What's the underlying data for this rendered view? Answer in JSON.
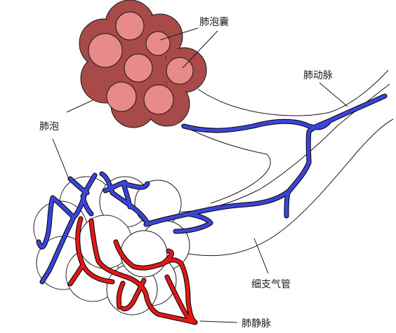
{
  "labels": {
    "alveolar_sac": "肺泡囊",
    "pulmonary_artery": "肺动脉",
    "alveolus": "肺泡",
    "bronchiole": "细支气管",
    "pulmonary_vein": "肺静脉"
  },
  "colors": {
    "background": "#ffffff",
    "outline": "#1a1a1a",
    "sac_outer": "#a84a4a",
    "sac_alveolus": "#e88a88",
    "alveolus_fill": "#ffffff",
    "artery_blue": "#3a45d8",
    "vein_red": "#e01818",
    "vessel_outline": "#000000"
  }
}
